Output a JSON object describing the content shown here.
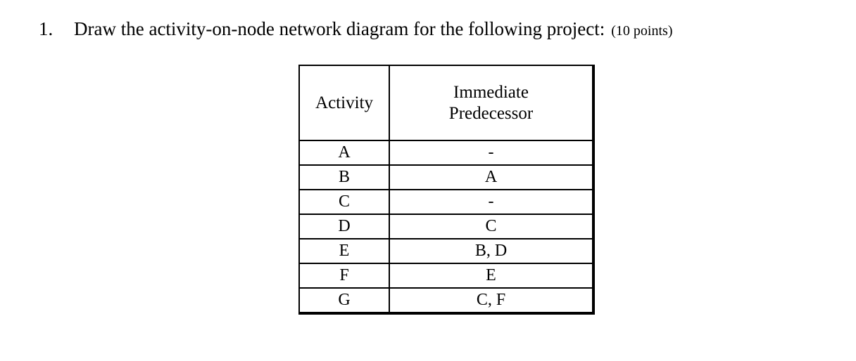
{
  "question": {
    "number": "1.",
    "text": "Draw the activity-on-node network diagram for the following project:",
    "points": "(10 points)"
  },
  "table": {
    "headers": {
      "activity": "Activity",
      "predecessor_line1": "Immediate",
      "predecessor_line2": "Predecessor"
    },
    "rows": [
      {
        "activity": "A",
        "predecessor": "-"
      },
      {
        "activity": "B",
        "predecessor": "A"
      },
      {
        "activity": "C",
        "predecessor": "-"
      },
      {
        "activity": "D",
        "predecessor": "C"
      },
      {
        "activity": "E",
        "predecessor": "B, D"
      },
      {
        "activity": "F",
        "predecessor": "E"
      },
      {
        "activity": "G",
        "predecessor": "C, F"
      }
    ]
  },
  "colors": {
    "text": "#000000",
    "background": "#ffffff",
    "border": "#000000"
  }
}
